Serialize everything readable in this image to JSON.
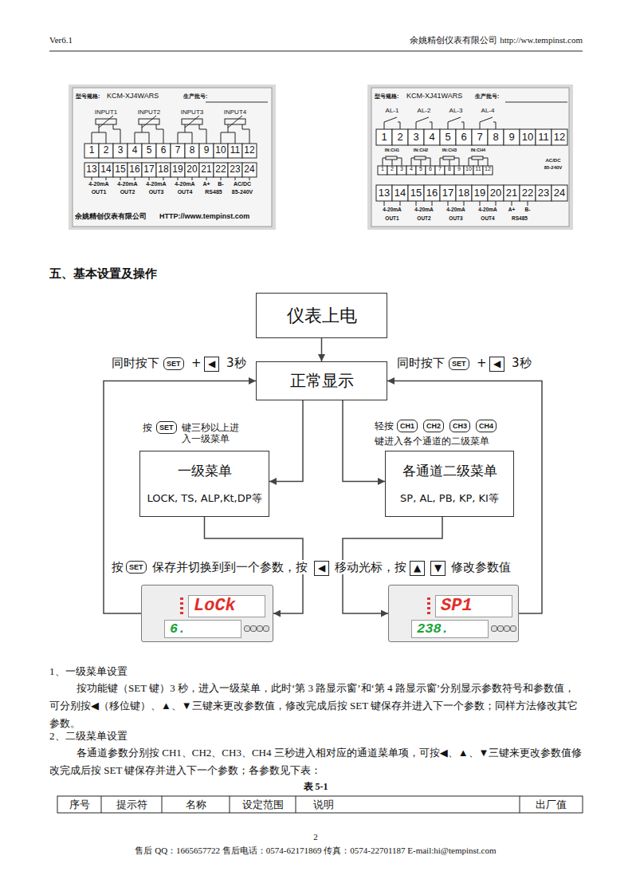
{
  "diagram": {
    "title": "五、基本设置及操作",
    "nodes": [
      {
        "text": [
          "仪表上电"
        ]
      },
      {
        "text": [
          "正常显示"
        ]
      },
      {
        "text": [
          "一级菜单",
          "LOCK, TS, ALP,Kt,DP等"
        ]
      },
      {
        "text": [
          "各通道二级菜单",
          "SP, AL, PB, KP, KI等"
        ]
      },
      {
        "text": [
          "LoCk",
          "6."
        ]
      },
      {
        "text": [
          "SP1",
          "238."
        ]
      }
    ],
    "edges": [
      {
        "from": 0,
        "to": 1,
        "arrow": "to"
      },
      {
        "from": 1,
        "to": 2,
        "arrow": "to"
      },
      {
        "from": 1,
        "to": 3,
        "arrow": "to"
      },
      {
        "from": 2,
        "to": 4,
        "arrow": "to"
      },
      {
        "from": 3,
        "to": 5,
        "arrow": "to"
      },
      {
        "from": 4,
        "to": 1,
        "arrow": "to"
      },
      {
        "from": 5,
        "to": 1,
        "arrow": "to"
      }
    ],
    "labels": [
      "Ver6.1",
      "余姚精创仪表有限公司 http://ww.tempinst.com",
      "型号规格:",
      "KCM-XJ4WARS",
      "生产批号:",
      "INPUT1",
      "INPUT2",
      "INPUT3",
      "INPUT4",
      "1",
      "2",
      "3",
      "4",
      "5",
      "6",
      "7",
      "8",
      "9",
      "10",
      "11",
      "12",
      "13",
      "14",
      "15",
      "16",
      "17",
      "18",
      "19",
      "20",
      "21",
      "22",
      "23",
      "24",
      "4-20mA",
      "4-20mA",
      "4-20mA",
      "4-20mA",
      "OUT1",
      "OUT2",
      "OUT3",
      "OUT4",
      "A+",
      "B-",
      "RS485",
      "AC/DC",
      "85-240V",
      "余姚精创仪表有限公司",
      "HTTP://www.tempinst.com",
      "型号规格:",
      "KCM-XJ41WARS",
      "生产批号:",
      "AL-1",
      "AL-2",
      "AL-3",
      "AL-4",
      "1",
      "2",
      "3",
      "4",
      "5",
      "6",
      "7",
      "8",
      "9",
      "10",
      "11",
      "12",
      "IN:CH1",
      "IN:CH2",
      "IN:CH3",
      "IN:CH4",
      "1",
      "2",
      "3",
      "4",
      "5",
      "6",
      "7",
      "8",
      "9",
      "10",
      "11",
      "12",
      "AC/DC",
      "85-240V",
      "13",
      "14",
      "15",
      "16",
      "17",
      "18",
      "19",
      "20",
      "21",
      "22",
      "23",
      "24",
      "4-20mA",
      "4-20mA",
      "4-20mA",
      "4-20mA",
      "A+",
      "B-",
      "OUT1",
      "OUT2",
      "OUT3",
      "OUT4",
      "RS485",
      "同时按下",
      "SET",
      "+",
      "◀",
      "3秒",
      "同时按下",
      "SET",
      "+",
      "◀",
      "3秒",
      "按",
      "SET",
      "键三秒以上进入一级菜单",
      "轻按",
      "CH1",
      "CH2",
      "CH3",
      "CH4",
      "键进入各个通道的二级菜单",
      "按",
      "SET",
      "保存并切换到到一个参数，按",
      "◀",
      "移动光标，按",
      "▲",
      "▼",
      "修改参数值",
      "1、一级菜单设置",
      "按功能键（SET 键）3 秒，进入一级菜单，此时‘第 3 路显示窗’和‘第 4 路显示窗’分别显示参数符号和参数值，可分别按◀（移位键）、▲、▼三键来更改参数值，修改完成后按 SET 键保存并进入下一个参数；同样方法修改其它参数。",
      "2、二级菜单设置",
      "各通道参数分别按 CH1、CH2、CH3、CH4 三秒进入相对应的通道菜单项，可按◀、▲、▼三键来更改参数值修改完成后按 SET 键保存并进入下一个参数；各参数见下表：",
      "表 5-1",
      "序号",
      "提示符",
      "名称",
      "设定范围",
      "说明",
      "出厂值",
      "2",
      "售后 QQ：1665657722   售后电话：0574-62171869   传真：0574-22701187   E-mail:hi@tempinst.com"
    ]
  }
}
